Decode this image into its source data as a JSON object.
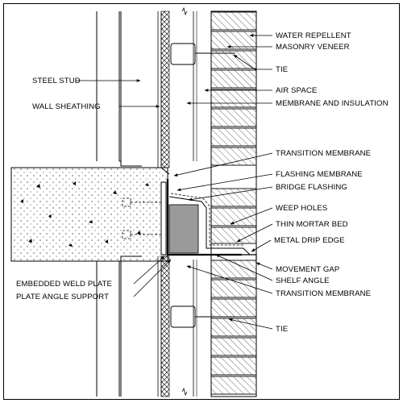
{
  "labels": {
    "water_repellent": "WATER REPELLENT",
    "masonry_veneer": "MASONRY VENEER",
    "tie_top": "TIE",
    "air_space": "AIR SPACE",
    "membrane_insulation": "MEMBRANE AND INSULATION",
    "steel_stud": "STEEL STUD",
    "wall_sheathing": "WALL SHEATHING",
    "transition_membrane_top": "TRANSITION MEMBRANE",
    "flashing_membrane": "FLASHING MEMBRANE",
    "bridge_flashing": "BRIDGE FLASHING",
    "weep_holes": "WEEP HOLES",
    "thin_mortar_bed": "THIN MORTAR BED",
    "metal_drip_edge": "METAL DRIP EDGE",
    "movement_gap": "MOVEMENT GAP",
    "shelf_angle": "SHELF ANGLE",
    "embedded_weld_plate": "EMBEDDED WELD PLATE",
    "plate_angle_support": "PLATE ANGLE SUPPORT",
    "transition_membrane_bottom": "TRANSITION MEMBRANE",
    "tie_bottom": "TIE"
  },
  "colors": {
    "line": "#000000",
    "steel_fill": "#9a9a9a",
    "background": "#ffffff"
  }
}
